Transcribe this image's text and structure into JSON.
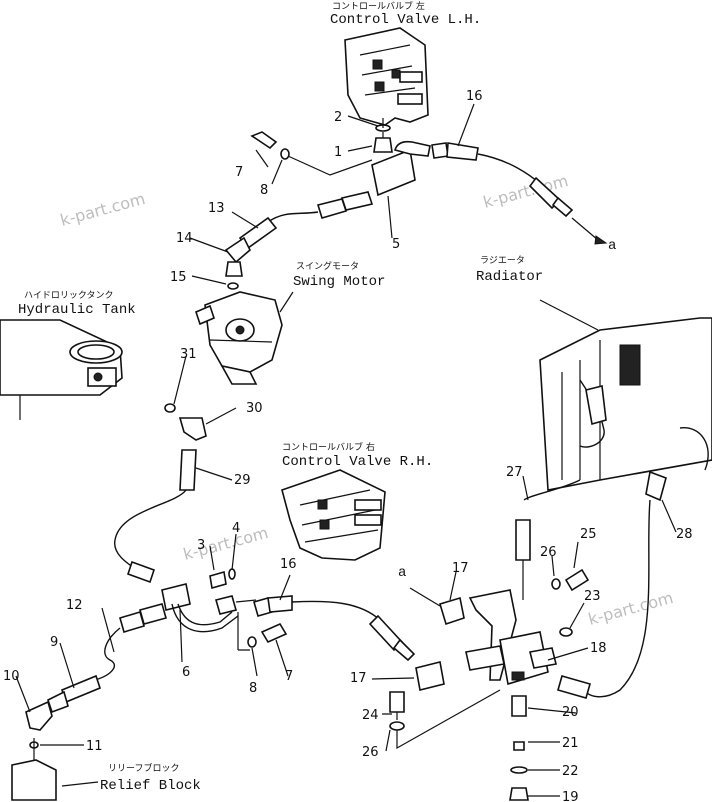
{
  "labels": {
    "control_valve_lh_jp": "コントロールバルブ 左",
    "control_valve_lh_en": "Control Valve L.H.",
    "swing_motor_jp": "スイングモータ",
    "swing_motor_en": "Swing Motor",
    "radiator_jp": "ラジエータ",
    "radiator_en": "Radiator",
    "hydraulic_tank_jp": "ハイドロリックタンク",
    "hydraulic_tank_en": "Hydraulic Tank",
    "control_valve_rh_jp": "コントロールバルブ 右",
    "control_valve_rh_en": "Control Valve R.H.",
    "relief_block_jp": "リリーフブロック",
    "relief_block_en": "Relief Block",
    "connector_a_top": "a",
    "connector_a_bottom": "a"
  },
  "watermarks": [
    "k-part.com",
    "k-part.com",
    "k-part.com",
    "k-part.com"
  ],
  "callouts": {
    "n1": "1",
    "n2": "2",
    "n3": "3",
    "n4": "4",
    "n5": "5",
    "n6": "6",
    "n7a": "7",
    "n7b": "7",
    "n8a": "8",
    "n8b": "8",
    "n9": "9",
    "n10": "10",
    "n11": "11",
    "n12": "12",
    "n13": "13",
    "n14": "14",
    "n15": "15",
    "n16a": "16",
    "n16b": "16",
    "n17a": "17",
    "n17b": "17",
    "n18": "18",
    "n19": "19",
    "n20": "20",
    "n21": "21",
    "n22": "22",
    "n23": "23",
    "n24": "24",
    "n25": "25",
    "n26a": "26",
    "n26b": "26",
    "n27": "27",
    "n28": "28",
    "n29": "29",
    "n30": "30",
    "n31": "31"
  }
}
